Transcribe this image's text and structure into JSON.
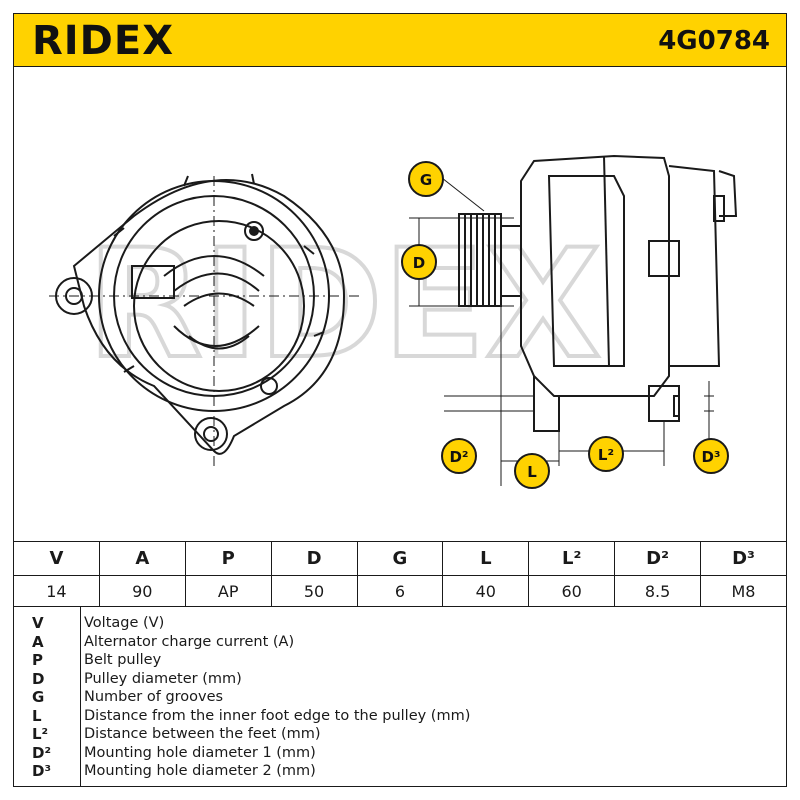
{
  "header": {
    "brand": "RIDEX",
    "part_number": "4G0784",
    "color": "#ffd200"
  },
  "drawing": {
    "callouts": {
      "g": "G",
      "d": "D",
      "d2_left": "D²",
      "l": "L",
      "l2": "L²",
      "d3": "D³"
    },
    "watermark": "RIDEX"
  },
  "spec_table": {
    "headers": [
      "V",
      "A",
      "P",
      "D",
      "G",
      "L",
      "L²",
      "D²",
      "D³"
    ],
    "values": [
      "14",
      "90",
      "AP",
      "50",
      "6",
      "40",
      "60",
      "8.5",
      "M8"
    ]
  },
  "legend": [
    {
      "key": "V",
      "desc": "Voltage (V)"
    },
    {
      "key": "A",
      "desc": "Alternator charge current (A)"
    },
    {
      "key": "P",
      "desc": "Belt pulley"
    },
    {
      "key": "D",
      "desc": "Pulley diameter (mm)"
    },
    {
      "key": "G",
      "desc": "Number of grooves"
    },
    {
      "key": "L",
      "desc": "Distance from the inner foot edge to the pulley (mm)"
    },
    {
      "key": "L²",
      "desc": "Distance between the feet (mm)"
    },
    {
      "key": "D²",
      "desc": "Mounting hole diameter 1 (mm)"
    },
    {
      "key": "D³",
      "desc": "Mounting hole diameter 2 (mm)"
    }
  ]
}
